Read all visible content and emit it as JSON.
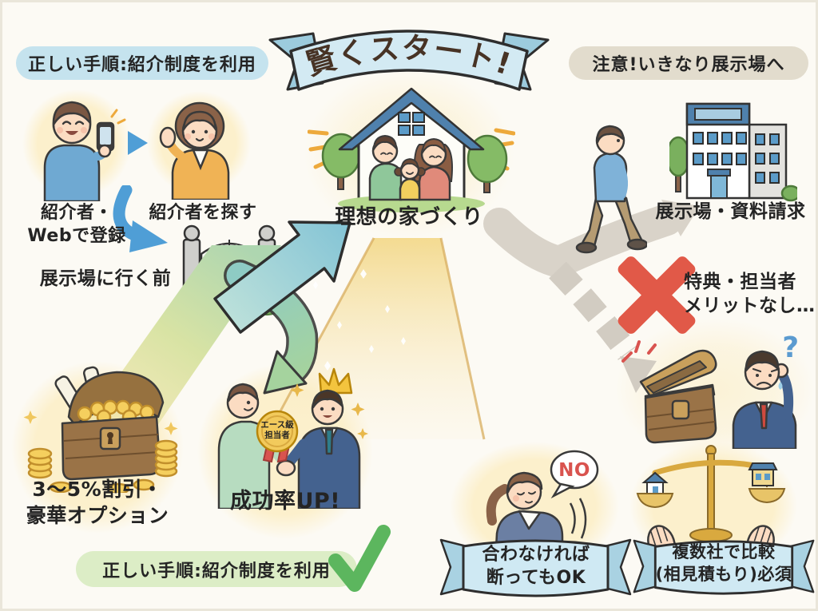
{
  "colors": {
    "accent_blue": "#4f9ed6",
    "pill_blue": "#c5e3ee",
    "pill_beige": "#e2dccd",
    "pill_green": "#dcedc6",
    "alert_red": "#e15948",
    "check_green": "#5cb65e",
    "gold": "#f2ca5c"
  },
  "banner": {
    "title": "賢くスタート!"
  },
  "left_flow": {
    "pill": "正しい手順:紹介制度を利用",
    "step1": "紹介者・\nWebで登録",
    "step2": "紹介者を探す",
    "gate": "展示場に行く前",
    "goal": "理想の家づくり",
    "reward": "3〜5%割引・\n豪華オプション",
    "badge": "エース級\n担当者",
    "success": "成功率UP!",
    "pill_bottom": "正しい手順:紹介制度を利用"
  },
  "right_flow": {
    "pill": "注意!いきなり展示場へ",
    "destination": "展示場・資料請求",
    "no_merit": "特典・担当者\nメリットなし…",
    "question": "?",
    "refusal": {
      "bubble": "NO",
      "banner": "合わなければ\n断ってもOK"
    },
    "compare": {
      "banner": "複数社で比較\n(相見積もり)必須"
    }
  }
}
